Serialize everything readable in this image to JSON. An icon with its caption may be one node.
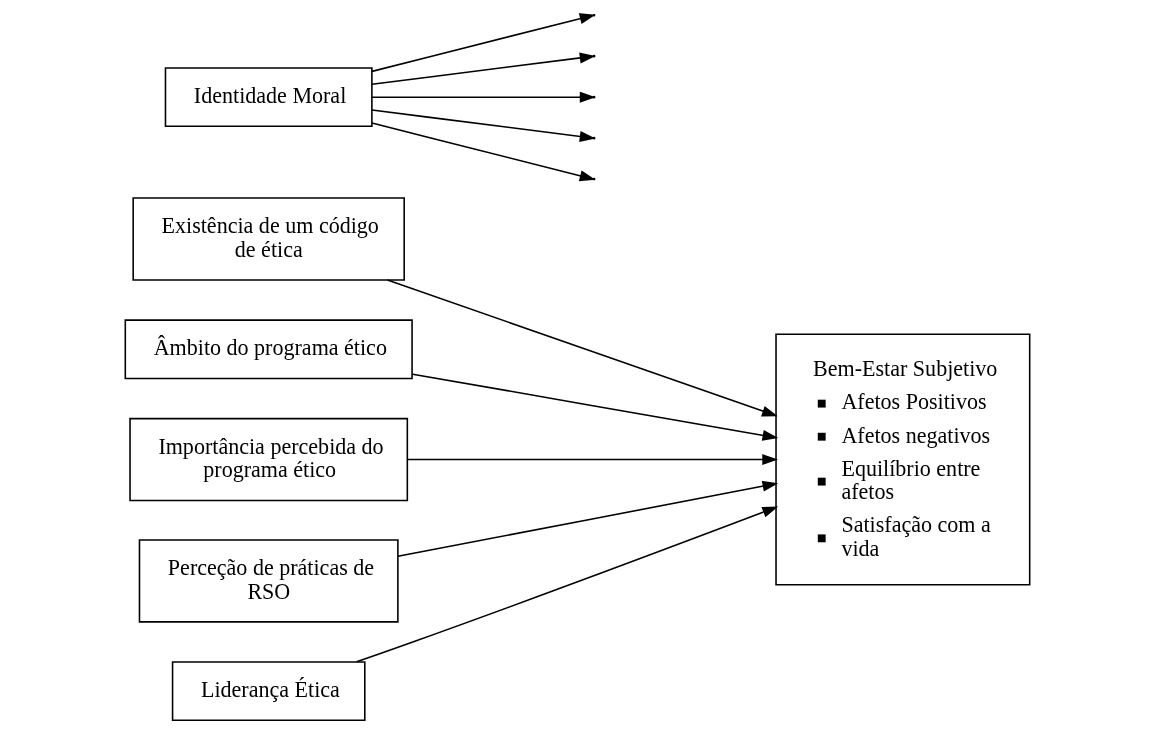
{
  "diagram": {
    "nodes": [
      {
        "text": [
          "Existência de um código de ética"
        ]
      },
      {
        "text": [
          "Âmbito do programa ético"
        ]
      },
      {
        "text": [
          "Importância percebida do programa ético"
        ]
      },
      {
        "text": [
          "Perceção de práticas de RSO"
        ]
      },
      {
        "text": [
          "Liderança Ética"
        ]
      },
      {
        "text": [
          "Bem-Estar Subjetivo",
          "Afetos Positivos",
          "Afetos negativos",
          "Equilíbrio entre afetos",
          "Satisfação com a vida"
        ]
      },
      {
        "text": [
          "Identidade Moral"
        ]
      }
    ],
    "edges": [
      {
        "from": 0,
        "to": 5,
        "arrow": "to"
      },
      {
        "from": 1,
        "to": 5,
        "arrow": "to"
      },
      {
        "from": 2,
        "to": 5,
        "arrow": "to"
      },
      {
        "from": 3,
        "to": 5,
        "arrow": "to"
      },
      {
        "from": 4,
        "to": 5,
        "arrow": "to"
      },
      {
        "from": 6,
        "to": null,
        "arrow": "to"
      },
      {
        "from": 6,
        "to": null,
        "arrow": "to"
      },
      {
        "from": 6,
        "to": null,
        "arrow": "to"
      },
      {
        "from": 6,
        "to": null,
        "arrow": "to"
      },
      {
        "from": 6,
        "to": null,
        "arrow": "to"
      }
    ]
  }
}
